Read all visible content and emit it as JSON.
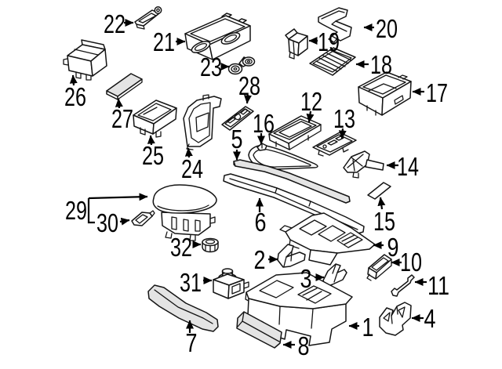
{
  "callouts": {
    "c1": "1",
    "c2": "2",
    "c3": "3",
    "c4": "4",
    "c5": "5",
    "c6": "6",
    "c7": "7",
    "c8": "8",
    "c9": "9",
    "c10": "10",
    "c11": "11",
    "c12": "12",
    "c13": "13",
    "c14": "14",
    "c15": "15",
    "c16": "16",
    "c17": "17",
    "c18": "18",
    "c19": "19",
    "c20": "20",
    "c21": "21",
    "c22": "22",
    "c23": "23",
    "c24": "24",
    "c25": "25",
    "c26": "26",
    "c27": "27",
    "c28": "28",
    "c29": "29",
    "c30": "30",
    "c31": "31",
    "c32": "32"
  },
  "colors": {
    "line": "#141414",
    "background": "#ffffff",
    "shade": "#e4e4e4"
  }
}
